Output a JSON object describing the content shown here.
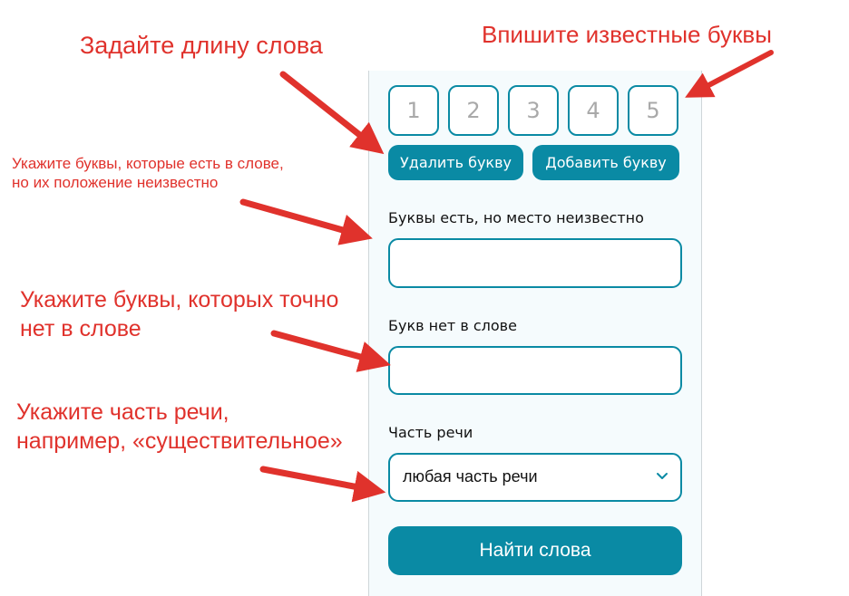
{
  "form": {
    "letter_slots": [
      "1",
      "2",
      "3",
      "4",
      "5"
    ],
    "remove_letter_label": "Удалить букву",
    "add_letter_label": "Добавить букву",
    "present_letters": {
      "label": "Буквы есть, но место неизвестно",
      "value": ""
    },
    "absent_letters": {
      "label": "Букв нет в слове",
      "value": ""
    },
    "part_of_speech": {
      "label": "Часть речи",
      "selected": "любая часть речи"
    },
    "search_label": "Найти слова"
  },
  "annotations": {
    "word_length": "Задайте длину слова",
    "known_letters": "Впишите известные буквы",
    "present_letters_line1": "Укажите буквы, которые есть в слове,",
    "present_letters_line2": "но их положение неизвестно",
    "absent_letters_line1": "Укажите буквы, которых точно",
    "absent_letters_line2": "нет в слове",
    "pos_line1": "Укажите часть речи,",
    "pos_line2": "например, «существительное»"
  },
  "colors": {
    "accent": "#0a8aa4",
    "annotation": "#e0322c",
    "panel_bg": "#f5fbfd"
  }
}
